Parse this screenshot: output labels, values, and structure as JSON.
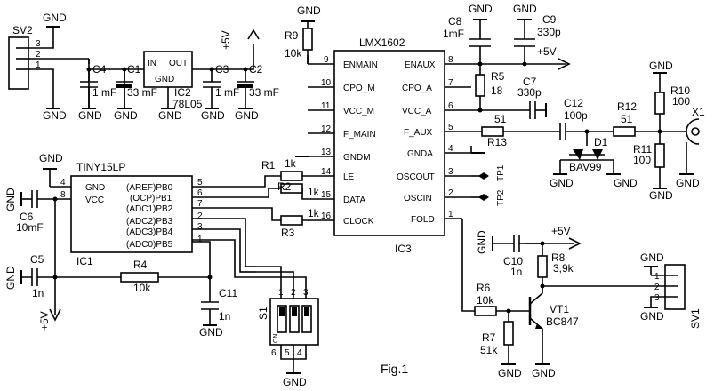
{
  "figure_label": "Fig.1",
  "gnd": "GND",
  "vplus": "+5V",
  "ic3": {
    "part": "LMX1602",
    "ref": "IC3",
    "left_pins": [
      {
        "num": "9",
        "name": "ENMAIN"
      },
      {
        "num": "10",
        "name": "CPO_M"
      },
      {
        "num": "11",
        "name": "VCC_M"
      },
      {
        "num": "12",
        "name": "F_MAIN"
      },
      {
        "num": "13",
        "name": "GNDM"
      },
      {
        "num": "14",
        "name": "LE"
      },
      {
        "num": "15",
        "name": "DATA"
      },
      {
        "num": "16",
        "name": "CLOCK"
      }
    ],
    "right_pins": [
      {
        "num": "8",
        "name": "ENAUX"
      },
      {
        "num": "7",
        "name": "CPO_A"
      },
      {
        "num": "6",
        "name": "VCC_A"
      },
      {
        "num": "5",
        "name": "F_AUX"
      },
      {
        "num": "4",
        "name": "GNDA"
      },
      {
        "num": "3",
        "name": "OSCOUT"
      },
      {
        "num": "2",
        "name": "OSCIN"
      },
      {
        "num": "1",
        "name": "FOLD"
      }
    ]
  },
  "ic1": {
    "part": "TINY15LP",
    "ref": "IC1",
    "left_pins": [
      {
        "num": "4",
        "name": "GND"
      },
      {
        "num": "8",
        "name": "VCC"
      }
    ],
    "right_pins": [
      {
        "num": "5",
        "name": "(AREF)PB0"
      },
      {
        "num": "6",
        "name": "(OCP)PB1"
      },
      {
        "num": "7",
        "name": "(ADC1)PB2"
      },
      {
        "num": "2",
        "name": "(ADC2)PB3"
      },
      {
        "num": "3",
        "name": "(ADC3)PB4"
      },
      {
        "num": "1",
        "name": "(ADC0)PB5"
      }
    ]
  },
  "ic2": {
    "ref": "IC2",
    "part": "78L05",
    "in": "IN",
    "out": "OUT",
    "gnd": "GND"
  },
  "sv2": {
    "ref": "SV2",
    "pins": [
      "3",
      "2",
      "1"
    ]
  },
  "sv1": {
    "ref": "SV1",
    "pins": [
      "1",
      "2",
      "3"
    ]
  },
  "s1": {
    "ref": "S1",
    "on": "ON",
    "top_pins": [
      "1",
      "2",
      "3"
    ],
    "bottom_pins": [
      "6",
      "5",
      "4"
    ]
  },
  "components": {
    "c1": {
      "ref": "C1",
      "value": "33 mF"
    },
    "c2": {
      "ref": "C2",
      "value": "33 mF"
    },
    "c3": {
      "ref": "C3",
      "value": "1 mF"
    },
    "c4": {
      "ref": "C4",
      "value": "1 mF"
    },
    "c5": {
      "ref": "C5",
      "value": "1n"
    },
    "c6": {
      "ref": "C6",
      "value": "10mF"
    },
    "c7": {
      "ref": "C7",
      "value": "330p"
    },
    "c8": {
      "ref": "C8",
      "value": "1mF"
    },
    "c9": {
      "ref": "C9",
      "value": "330p"
    },
    "c10": {
      "ref": "C10",
      "value": "1n"
    },
    "c11": {
      "ref": "C11",
      "value": "1n"
    },
    "c12": {
      "ref": "C12",
      "value": "100p"
    },
    "r1": {
      "ref": "R1",
      "value": "1k"
    },
    "r2": {
      "ref": "R2",
      "value": "1k"
    },
    "r3": {
      "ref": "R3",
      "value": "1k"
    },
    "r4": {
      "ref": "R4",
      "value": "10k"
    },
    "r5": {
      "ref": "R5",
      "value": "18"
    },
    "r6": {
      "ref": "R6",
      "value": "10k"
    },
    "r7": {
      "ref": "R7",
      "value": "51k"
    },
    "r8": {
      "ref": "R8",
      "value": "3,9k"
    },
    "r9": {
      "ref": "R9",
      "value": "10k"
    },
    "r10": {
      "ref": "R10",
      "value": "100"
    },
    "r11": {
      "ref": "R11",
      "value": "100"
    },
    "r12": {
      "ref": "R12",
      "value": "51"
    },
    "r13": {
      "ref": "R13",
      "value": "51"
    },
    "d1": {
      "ref": "D1",
      "value": "BAV99"
    },
    "vt1": {
      "ref": "VT1",
      "value": "BC847"
    },
    "x1": {
      "ref": "X1"
    },
    "tp1": {
      "ref": "TP1"
    },
    "tp2": {
      "ref": "TP2"
    }
  }
}
